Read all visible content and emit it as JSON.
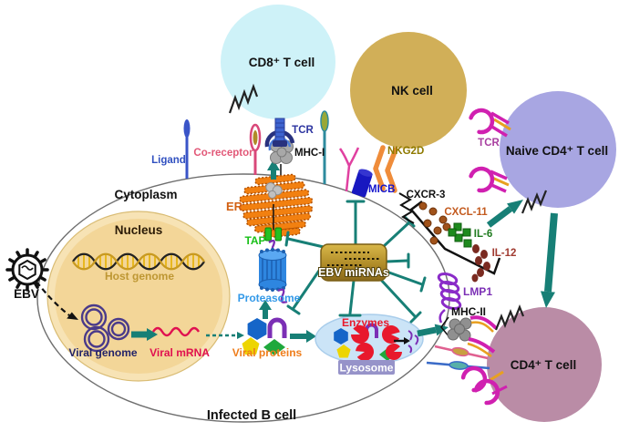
{
  "labels": {
    "cd8_cell": "CD8⁺ T cell",
    "nk_cell": "NK cell",
    "naive_cd4_cell": "Naive CD4⁺ T cell",
    "cd4_cell": "CD4⁺ T cell",
    "infected_b_cell": "Infected B cell",
    "cytoplasm": "Cytoplasm",
    "nucleus": "Nucleus",
    "host_genome": "Host genome",
    "viral_genome": "Viral genome",
    "viral_mrna": "Viral mRNA",
    "viral_proteins": "Viral proteins",
    "proteasome": "Proteasome",
    "er": "ER",
    "tap": "TAP",
    "ebv": "EBV",
    "ebv_mirnas": "EBV miRNAs",
    "ligand": "Ligand",
    "co_receptor": "Co-receptor",
    "tcr_cd8": "TCR",
    "mhc_i": "MHC-I",
    "nkg2d": "NKG2D",
    "micb": "MICB",
    "cxcr3": "CXCR-3",
    "cxcl11": "CXCL-11",
    "il6": "IL-6",
    "il12": "IL-12",
    "tcr_naive": "TCR",
    "lmp1": "LMP1",
    "mhc_ii": "MHC-II",
    "enzymes": "Enzymes",
    "lysosome": "Lysosome"
  },
  "colors": {
    "teal_accent": "#177F76",
    "cd8_cell_fill": "#CEF2F8",
    "nk_cell_fill": "#D1AF58",
    "naive_cd4_fill": "#A8A6E2",
    "cd4_cell_fill": "#BA8CA6",
    "nucleus_fill": "#F3D698",
    "mirna_box_gold": "#B08C28",
    "lysosome_fill": "#CBE4F7",
    "er_orange": "#F28010",
    "proteasome_blue": "#2E86E0",
    "viral_mrna_red": "#E01050",
    "lmp1_purple": "#8A2BC8",
    "magenta_receptor": "#D020B0"
  }
}
